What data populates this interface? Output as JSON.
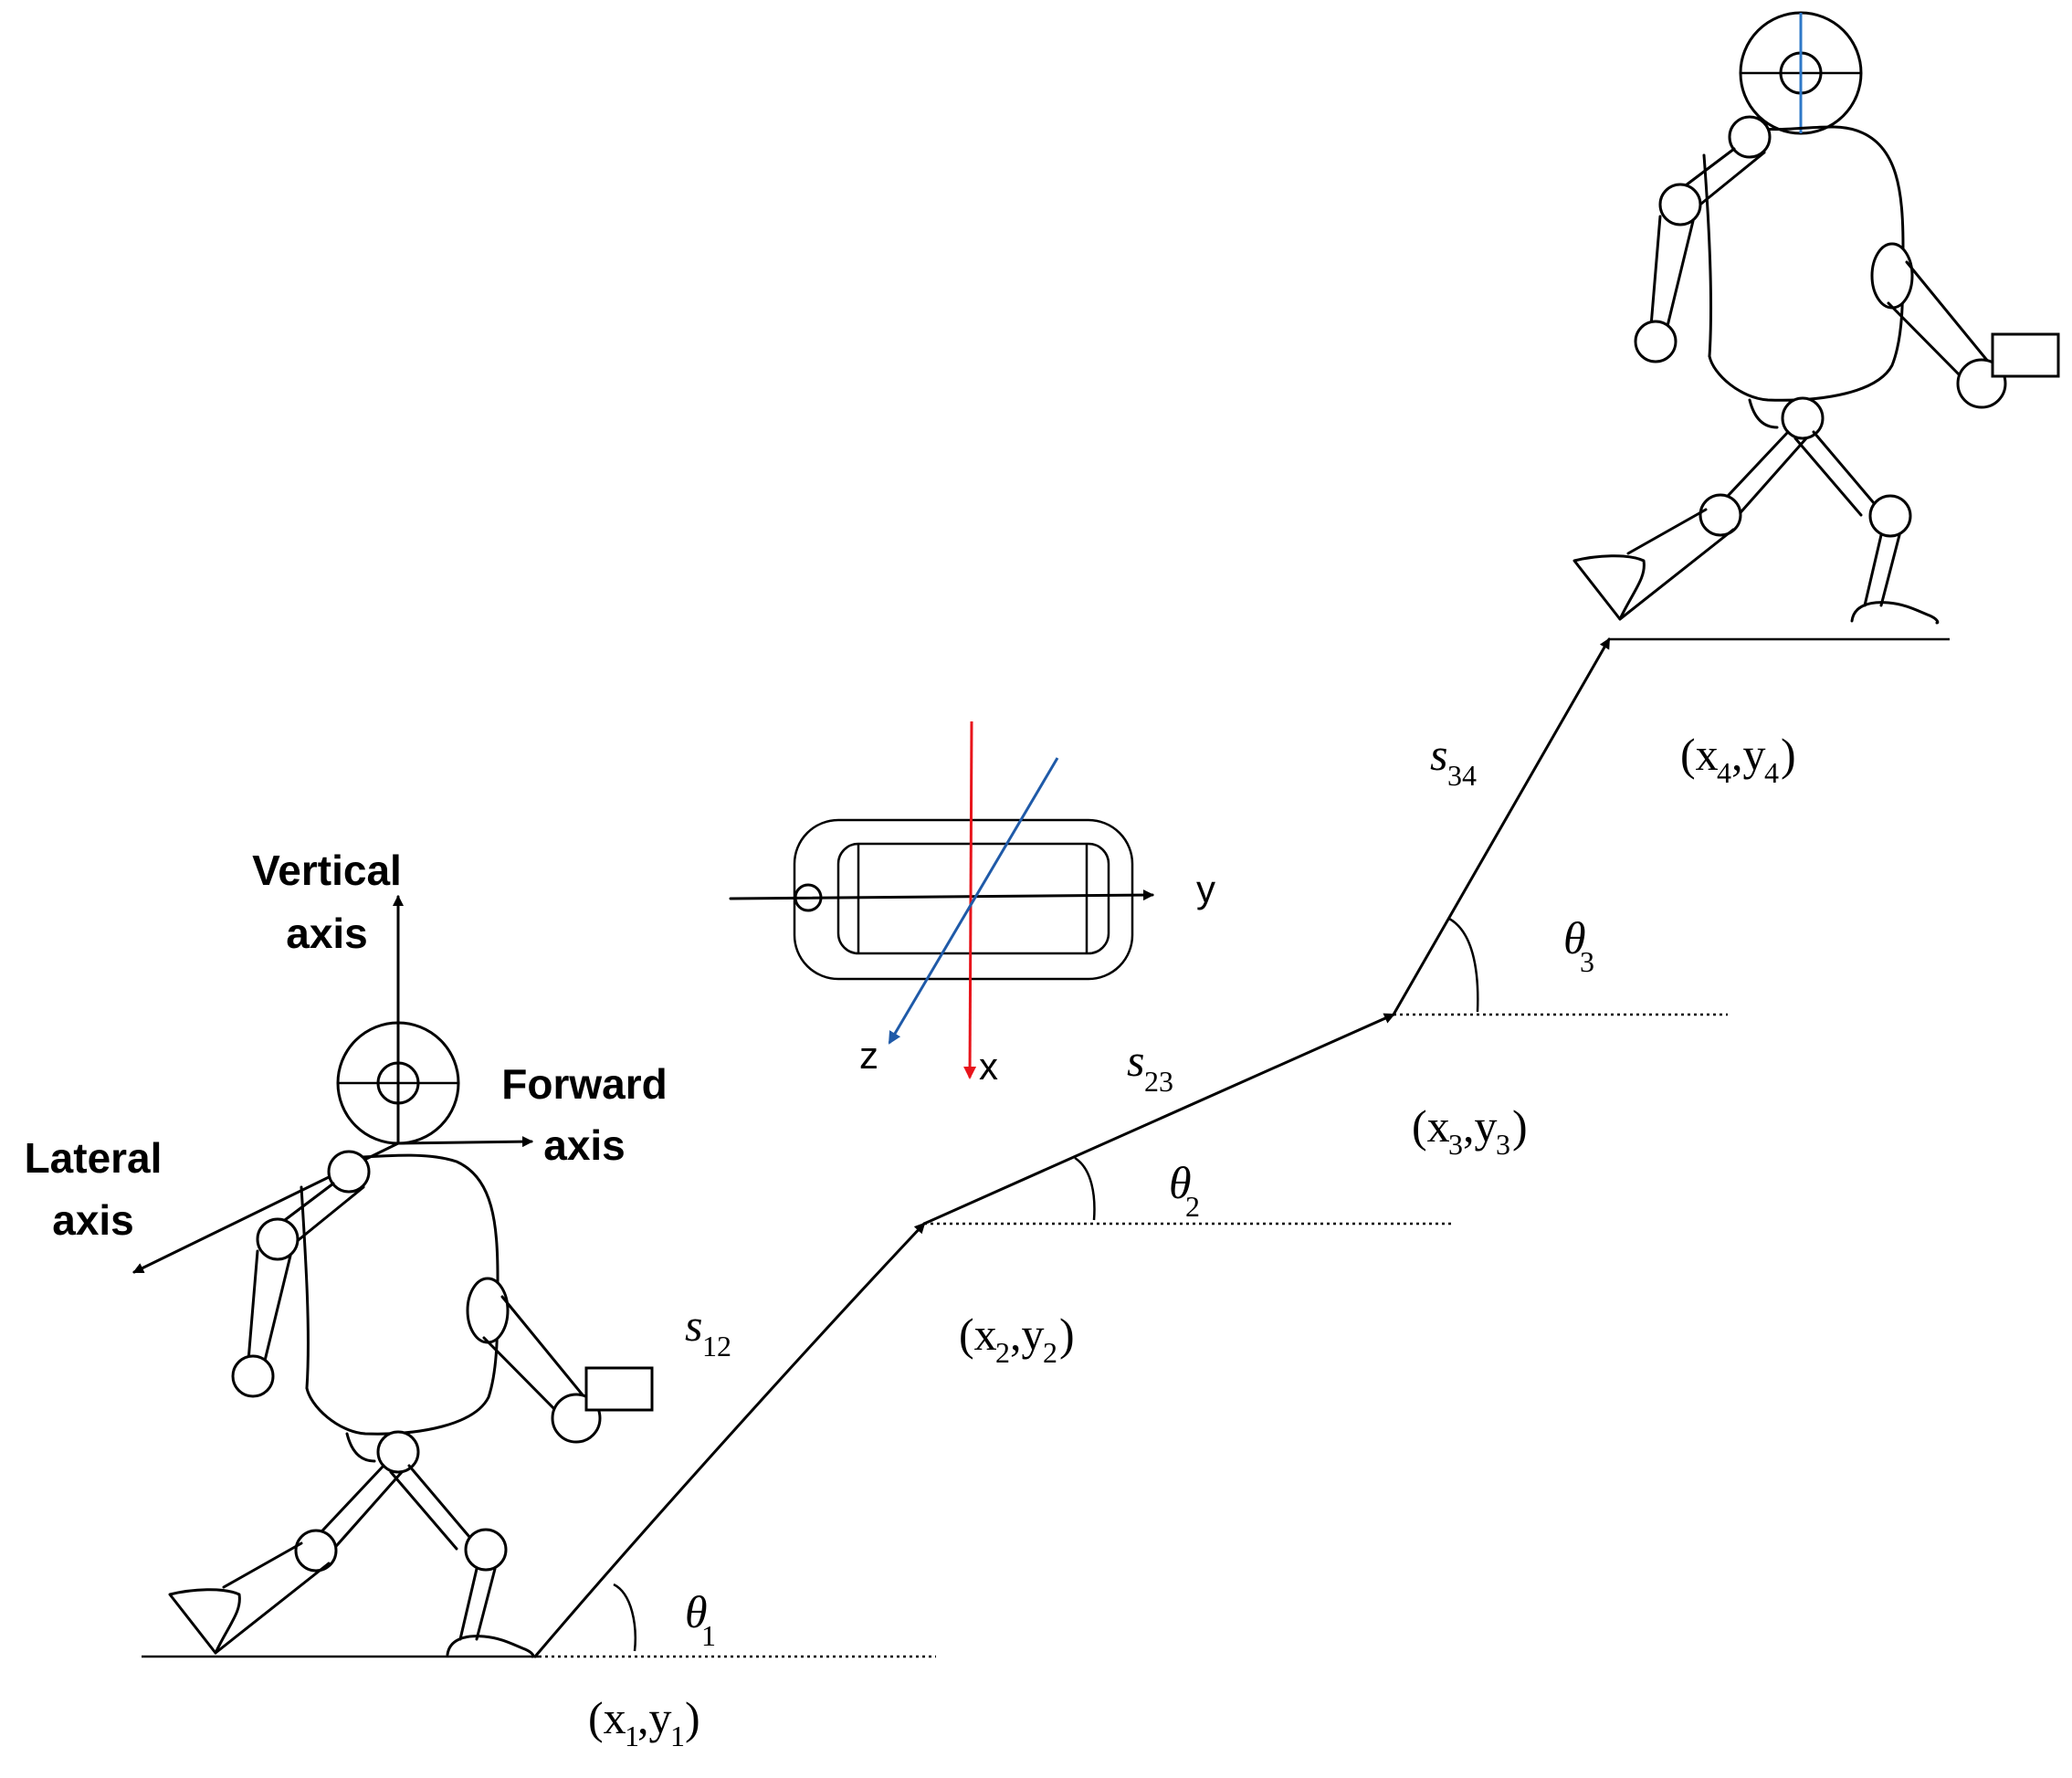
{
  "axes_labels": {
    "vertical_line1": "Vertical",
    "vertical_line2": "axis",
    "forward_line1": "Forward",
    "forward_line2": "axis",
    "lateral_line1": "Lateral",
    "lateral_line2": "axis"
  },
  "device_axes": {
    "x": "x",
    "y": "y",
    "z": "z"
  },
  "segments": [
    {
      "sym": "s",
      "sub": "12"
    },
    {
      "sym": "s",
      "sub": "23"
    },
    {
      "sym": "s",
      "sub": "34"
    }
  ],
  "angles": [
    {
      "sym": "θ",
      "sub": "1"
    },
    {
      "sym": "θ",
      "sub": "2"
    },
    {
      "sym": "θ",
      "sub": "3"
    }
  ],
  "points": [
    {
      "open": "(x",
      "sub1": "1",
      "mid": ",y",
      "sub2": "1",
      "close": ")"
    },
    {
      "open": "(x",
      "sub1": "2",
      "mid": ",y",
      "sub2": "2",
      "close": ")"
    },
    {
      "open": "(x",
      "sub1": "3",
      "mid": ",y",
      "sub2": "3",
      "close": ")"
    },
    {
      "open": "(x",
      "sub1": "4",
      "mid": ",y",
      "sub2": "4",
      "close": ")"
    }
  ],
  "colors": {
    "x_axis": "#e8141b",
    "z_axis": "#1f5aa8",
    "head_line": "#2e78c8",
    "ink": "#000000"
  }
}
